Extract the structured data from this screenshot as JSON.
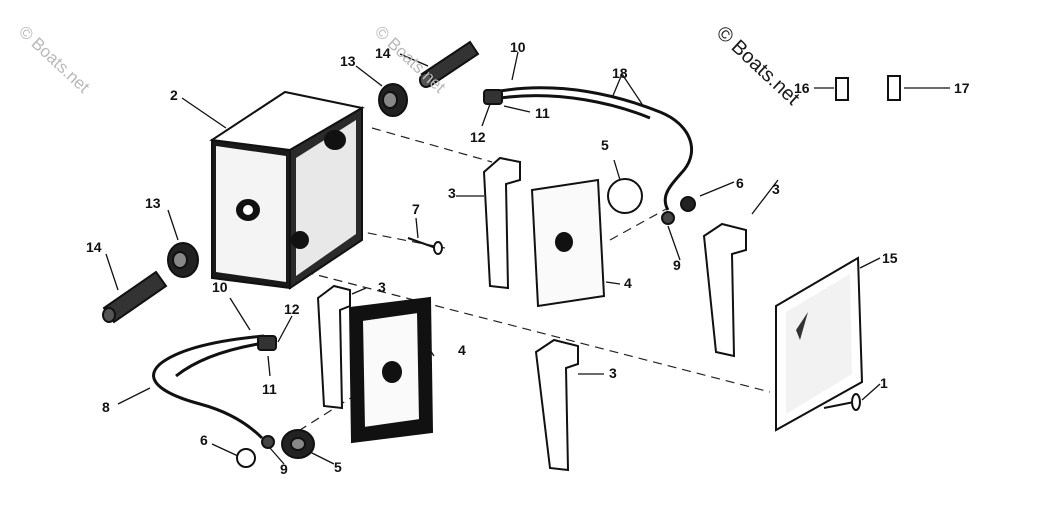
{
  "watermark": {
    "text": "© Boats.net"
  },
  "callouts": {
    "c1": "1",
    "c2": "2",
    "c3a": "3",
    "c3b": "3",
    "c3c": "3",
    "c3d": "3",
    "c4a": "4",
    "c4b": "4",
    "c5a": "5",
    "c5b": "5",
    "c6a": "6",
    "c6b": "6",
    "c7": "7",
    "c8": "8",
    "c9a": "9",
    "c9b": "9",
    "c10a": "10",
    "c10b": "10",
    "c11a": "11",
    "c11b": "11",
    "c12a": "12",
    "c12b": "12",
    "c13a": "13",
    "c13b": "13",
    "c14a": "14",
    "c14b": "14",
    "c15": "15",
    "c16": "16",
    "c17": "17",
    "c18": "18"
  }
}
